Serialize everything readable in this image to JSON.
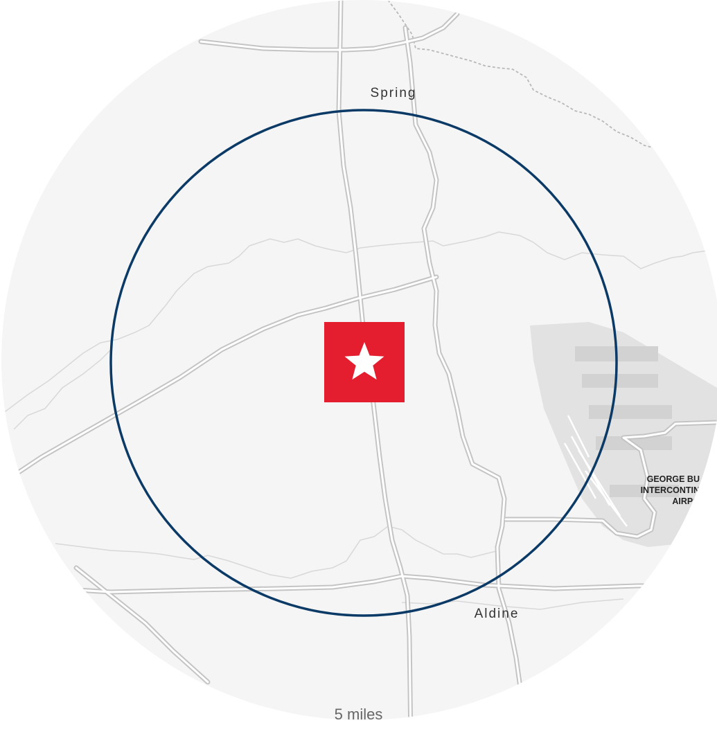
{
  "map": {
    "places": [
      {
        "id": "spring",
        "name": "Spring"
      },
      {
        "id": "aldine",
        "name": "Aldine"
      }
    ],
    "poi": {
      "name_lines": [
        "GEORGE BU",
        "INTERCONTIN",
        "AIRPO"
      ]
    },
    "marker": {
      "icon": "star-icon",
      "color": "#E41E2E"
    },
    "radius_ring": {
      "color": "#0B3A66"
    },
    "scale_label": "5 miles"
  }
}
